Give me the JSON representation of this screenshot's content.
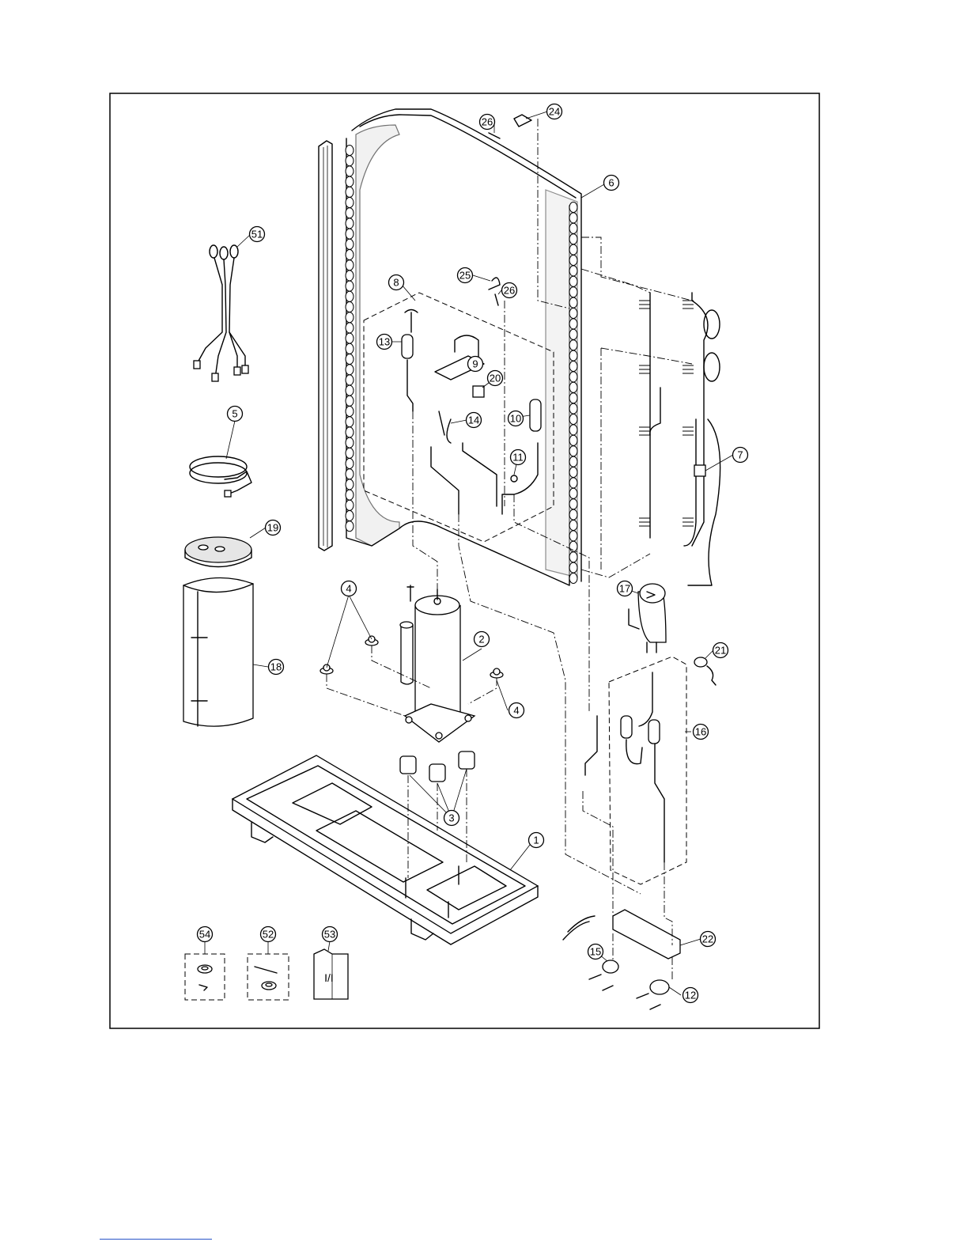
{
  "diagram": {
    "callouts": [
      {
        "id": "1",
        "label": "1"
      },
      {
        "id": "2",
        "label": "2"
      },
      {
        "id": "3",
        "label": "3"
      },
      {
        "id": "4a",
        "label": "4"
      },
      {
        "id": "4b",
        "label": "4"
      },
      {
        "id": "5",
        "label": "5"
      },
      {
        "id": "6",
        "label": "6"
      },
      {
        "id": "7",
        "label": "7"
      },
      {
        "id": "8",
        "label": "8"
      },
      {
        "id": "9",
        "label": "9"
      },
      {
        "id": "10",
        "label": "10"
      },
      {
        "id": "11",
        "label": "11"
      },
      {
        "id": "12",
        "label": "12"
      },
      {
        "id": "13",
        "label": "13"
      },
      {
        "id": "14",
        "label": "14"
      },
      {
        "id": "15",
        "label": "15"
      },
      {
        "id": "16",
        "label": "16"
      },
      {
        "id": "17",
        "label": "17"
      },
      {
        "id": "18",
        "label": "18"
      },
      {
        "id": "19",
        "label": "19"
      },
      {
        "id": "20",
        "label": "20"
      },
      {
        "id": "21",
        "label": "21"
      },
      {
        "id": "22",
        "label": "22"
      },
      {
        "id": "24",
        "label": "24"
      },
      {
        "id": "25",
        "label": "25"
      },
      {
        "id": "26a",
        "label": "26"
      },
      {
        "id": "26b",
        "label": "26"
      },
      {
        "id": "51",
        "label": "51"
      },
      {
        "id": "52",
        "label": "52"
      },
      {
        "id": "53",
        "label": "53"
      },
      {
        "id": "54",
        "label": "54"
      }
    ],
    "manual_text": "I/I"
  }
}
